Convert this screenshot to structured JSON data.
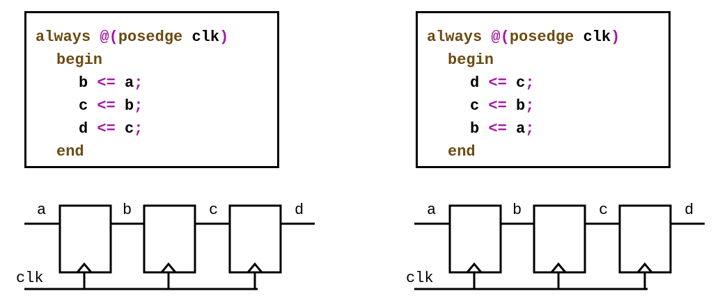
{
  "left": {
    "code": {
      "always": "always",
      "at": "@",
      "paren_open": "(",
      "posedge": "posedge",
      "clk": "clk",
      "paren_close": ")",
      "begin": "begin",
      "stmts": [
        {
          "lhs": "b",
          "op": "<=",
          "rhs": "a",
          "semi": ";"
        },
        {
          "lhs": "c",
          "op": "<=",
          "rhs": "b",
          "semi": ";"
        },
        {
          "lhs": "d",
          "op": "<=",
          "rhs": "c",
          "semi": ";"
        }
      ],
      "end": "end"
    },
    "circuit": {
      "labels": [
        "a",
        "b",
        "c",
        "d"
      ],
      "clock": "clk"
    }
  },
  "right": {
    "code": {
      "always": "always",
      "at": "@",
      "paren_open": "(",
      "posedge": "posedge",
      "clk": "clk",
      "paren_close": ")",
      "begin": "begin",
      "stmts": [
        {
          "lhs": "d",
          "op": "<=",
          "rhs": "c",
          "semi": ";"
        },
        {
          "lhs": "c",
          "op": "<=",
          "rhs": "b",
          "semi": ";"
        },
        {
          "lhs": "b",
          "op": "<=",
          "rhs": "a",
          "semi": ";"
        }
      ],
      "end": "end"
    },
    "circuit": {
      "labels": [
        "a",
        "b",
        "c",
        "d"
      ],
      "clock": "clk"
    }
  },
  "colors": {
    "keyword": "#6b4a12",
    "operator": "#a516a5",
    "identifier": "#000000"
  }
}
